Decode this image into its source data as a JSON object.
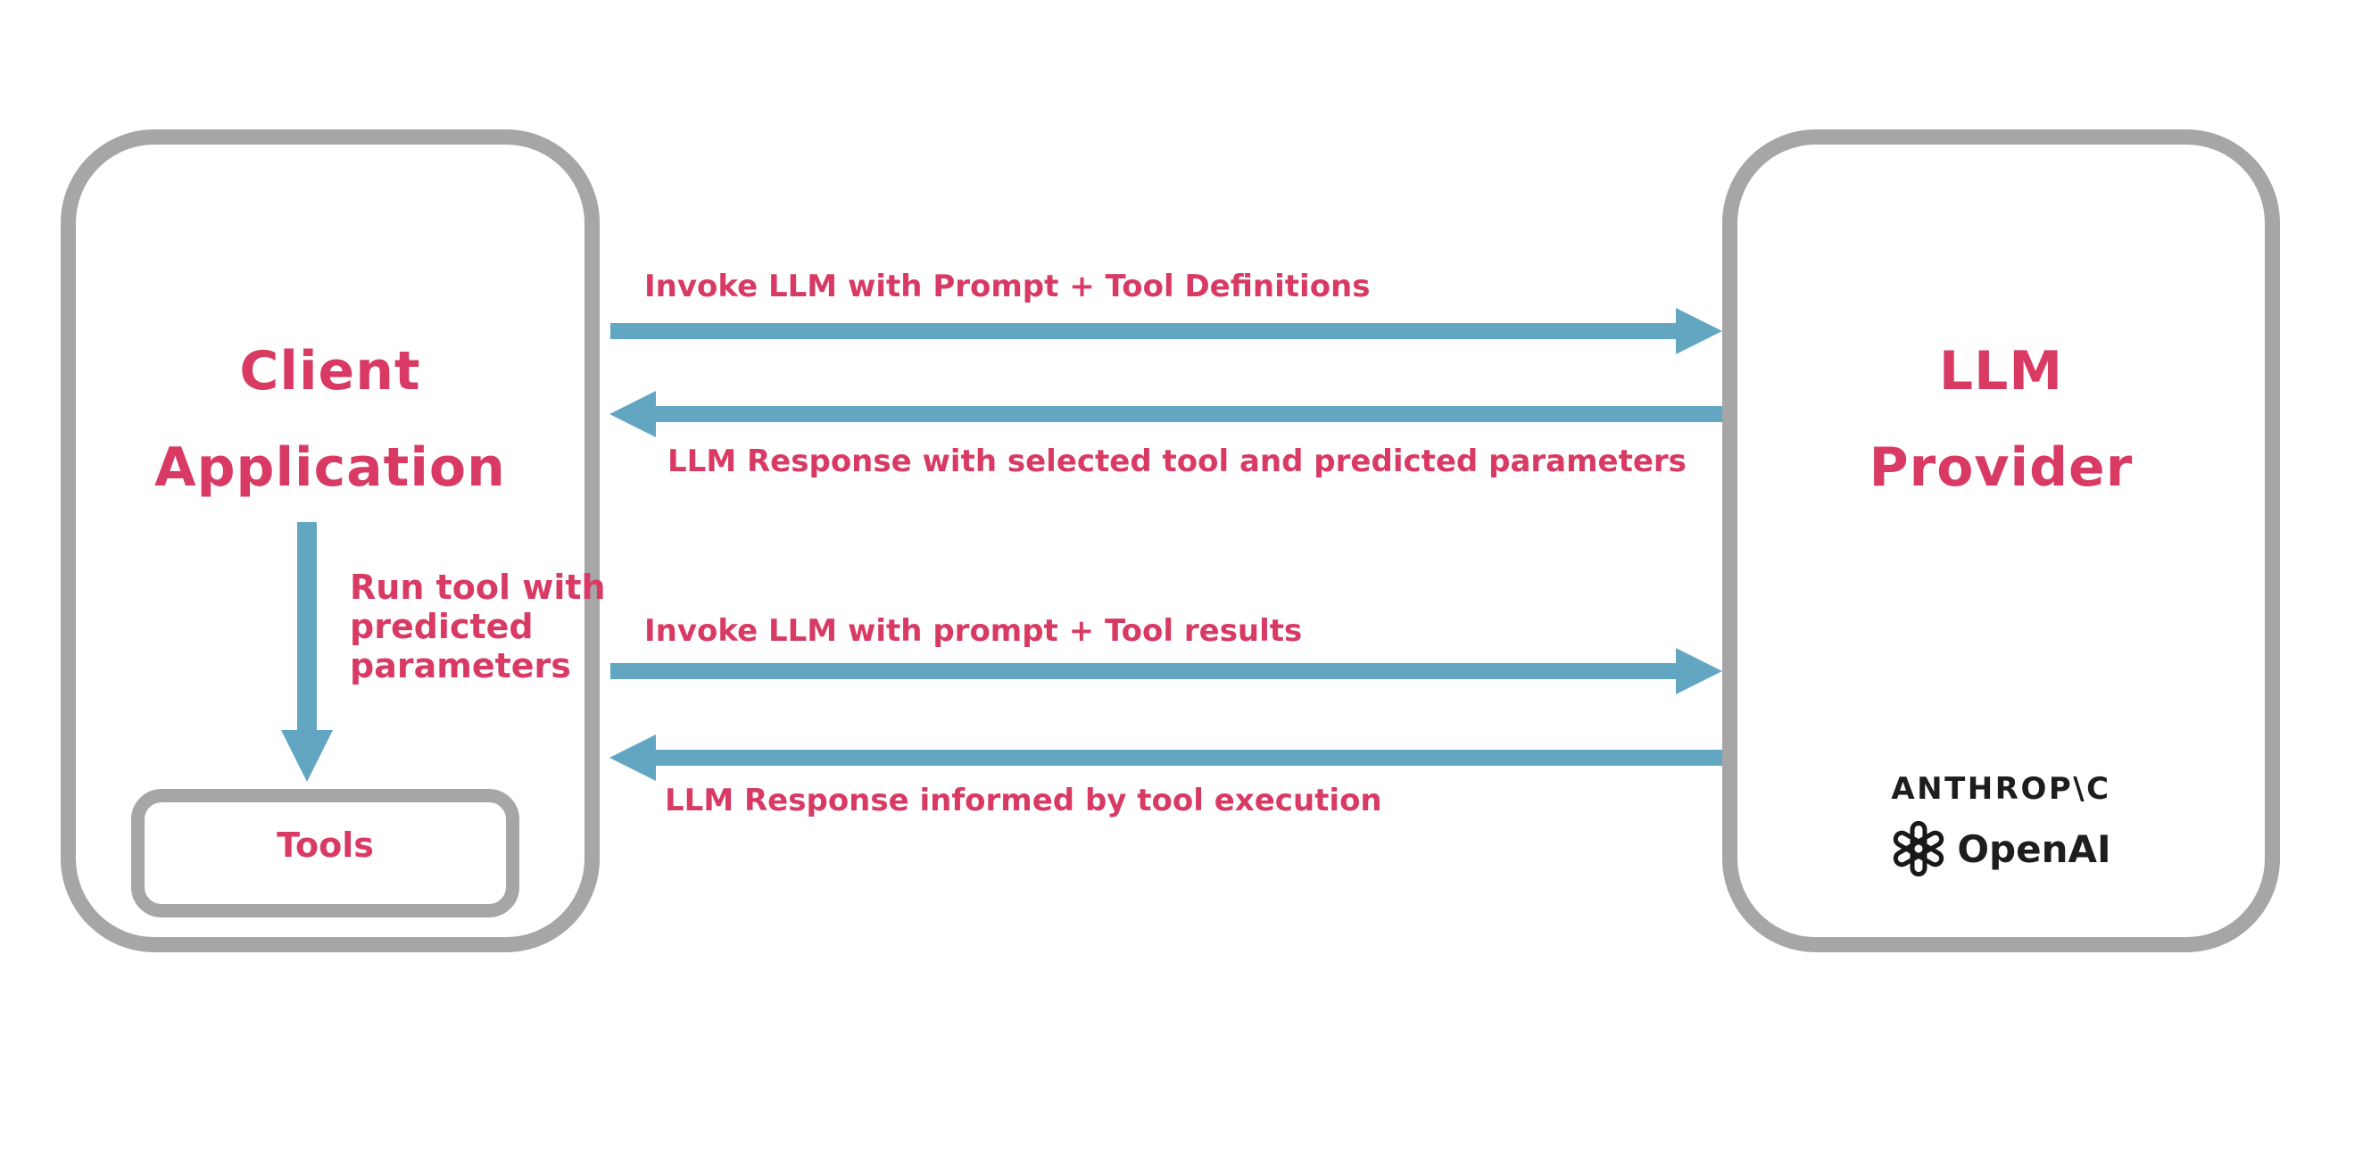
{
  "colors": {
    "accent_pink": "#d83a64",
    "arrow_blue": "#62a6c2",
    "border_gray": "#a6a6a6",
    "logo_black": "#1d1d1d",
    "canvas_bg": "#ffffff"
  },
  "client_box": {
    "title": "Client\nApplication",
    "internal_flow_label": "Run tool with\npredicted\nparameters",
    "tools_box": {
      "label": "Tools"
    }
  },
  "provider_box": {
    "title": "LLM\nProvider",
    "logos": {
      "anthropic_wordmark": "ANTHROP\\C",
      "openai_wordmark": "OpenAI",
      "openai_icon": "openai-hexagonal-knot"
    }
  },
  "messages": [
    {
      "label": "Invoke LLM with Prompt + Tool Definitions",
      "direction": "right"
    },
    {
      "label": "LLM Response with selected tool and predicted parameters",
      "direction": "left"
    },
    {
      "label": "Invoke LLM with prompt + Tool results",
      "direction": "right"
    },
    {
      "label": "LLM Response informed by tool execution",
      "direction": "left"
    }
  ]
}
